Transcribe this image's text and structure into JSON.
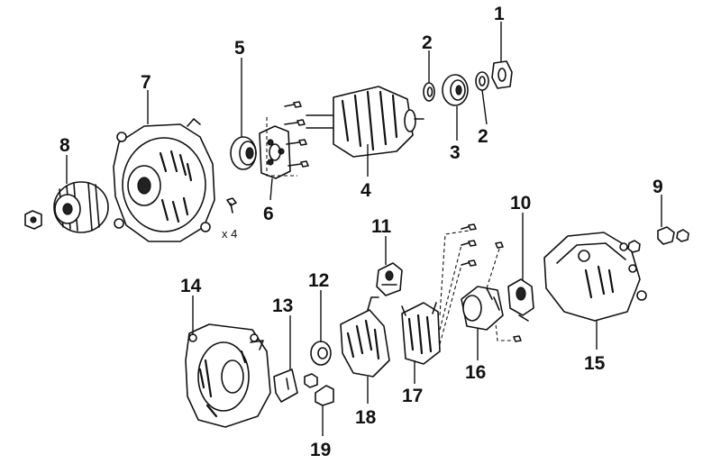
{
  "callouts": {
    "n1": "1",
    "n2a": "2",
    "n2b": "2",
    "n3": "3",
    "n4": "4",
    "n5": "5",
    "n6": "6",
    "n7": "7",
    "n8": "8",
    "n9": "9",
    "n10": "10",
    "n11": "11",
    "n12": "12",
    "n13": "13",
    "n14": "14",
    "n15": "15",
    "n16": "16",
    "n17": "17",
    "n18": "18",
    "n19": "19"
  },
  "quantity_note": "x 4"
}
